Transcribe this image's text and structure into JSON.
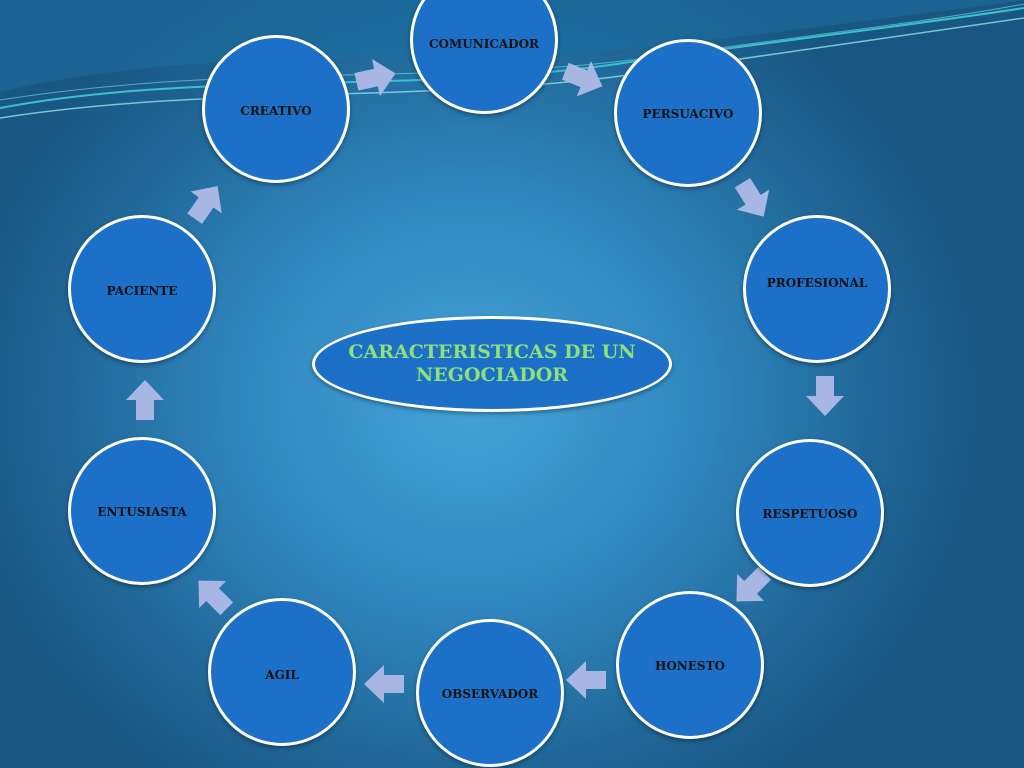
{
  "diagram": {
    "center_title": "CARACTERISTICAS DE UN NEGOCIADOR",
    "nodes": [
      {
        "label": "COMUNICADOR"
      },
      {
        "label": "PERSUACIVO"
      },
      {
        "label": "PROFESIONAL"
      },
      {
        "label": "RESPETUOSO"
      },
      {
        "label": "HONESTO"
      },
      {
        "label": "OBSERVADOR"
      },
      {
        "label": "AGIL"
      },
      {
        "label": "ENTUSIASTA"
      },
      {
        "label": "PACIENTE"
      },
      {
        "label": "CREATIVO"
      }
    ]
  },
  "colors": {
    "node_fill": "#1c70c8",
    "node_border": "#ffffff",
    "arrow_fill": "#a7b6e3",
    "title_text": "#8fe07a",
    "label_text": "#111111",
    "background": "#2f86be"
  }
}
